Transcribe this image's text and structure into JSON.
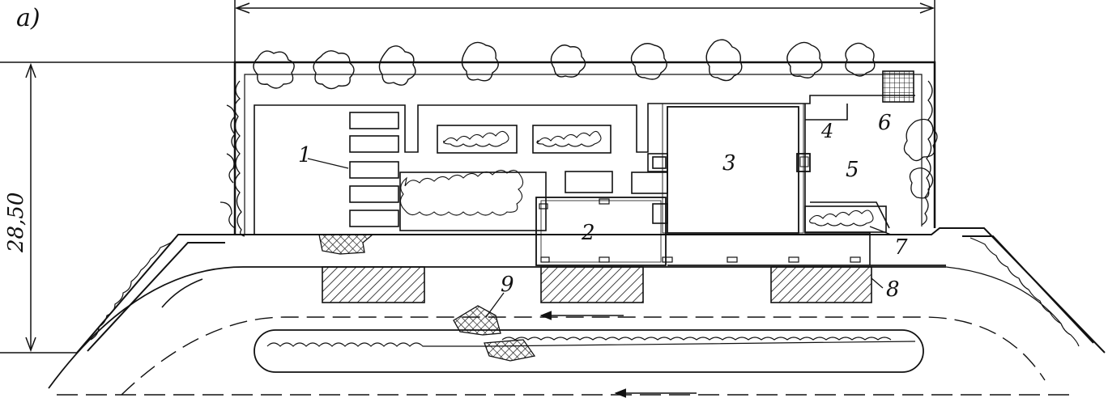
{
  "figure_label": "a)",
  "dimension_label": "28,50",
  "labels": {
    "n1": "1",
    "n2": "2",
    "n3": "3",
    "n4": "4",
    "n5": "5",
    "n6": "6",
    "n7": "7",
    "n8": "8",
    "n9": "9"
  },
  "colors": {
    "ink": "#111111",
    "paper": "#ffffff"
  }
}
